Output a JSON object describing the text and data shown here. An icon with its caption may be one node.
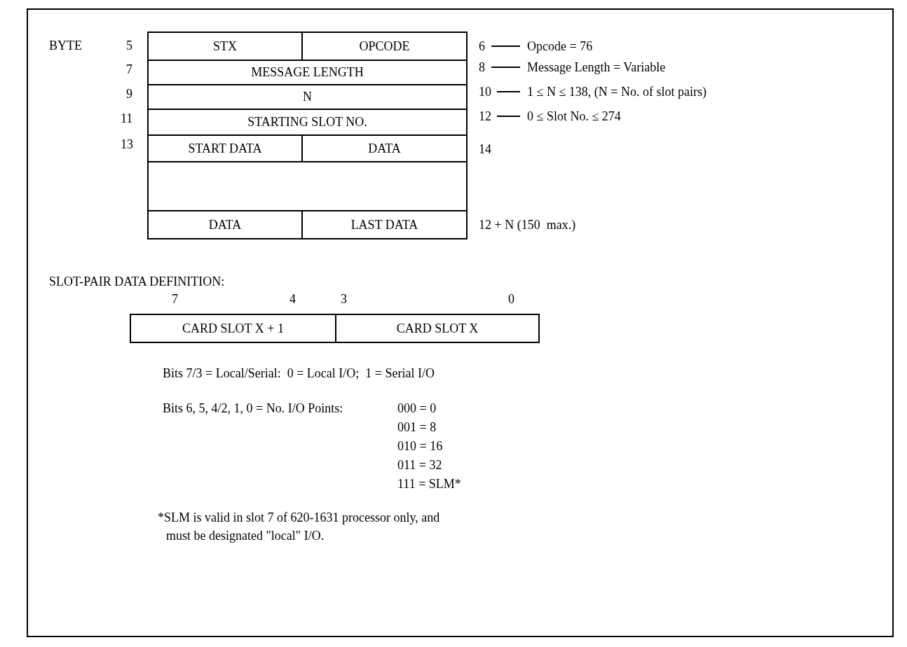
{
  "diagram": {
    "nodes": [
      {
        "text": [
          "STX"
        ]
      },
      {
        "text": [
          "OPCODE"
        ]
      },
      {
        "text": [
          "MESSAGE LENGTH"
        ]
      },
      {
        "text": [
          "N"
        ]
      },
      {
        "text": [
          "STARTING SLOT NO."
        ]
      },
      {
        "text": [
          "START DATA"
        ]
      },
      {
        "text": [
          "DATA"
        ]
      },
      {
        "text": [],
        "shape": "box"
      },
      {
        "text": [
          "DATA"
        ]
      },
      {
        "text": [
          "LAST DATA"
        ]
      },
      {
        "text": [
          "CARD SLOT X + 1"
        ]
      },
      {
        "text": [
          "CARD SLOT X"
        ]
      },
      {
        "text": [
          "6"
        ]
      },
      {
        "text": [
          "Opcode = 76"
        ]
      },
      {
        "text": [
          "8"
        ]
      },
      {
        "text": [
          "Message Length = Variable"
        ]
      },
      {
        "text": [
          "10"
        ]
      },
      {
        "text": [
          "1 ≤ N ≤ 138, (N = No. of slot pairs)"
        ]
      },
      {
        "text": [
          "12"
        ]
      },
      {
        "text": [
          "0 ≤ Slot No.  ≤ 274"
        ]
      }
    ],
    "edges": [
      {
        "from": 12,
        "to": 13,
        "arrow": "none"
      },
      {
        "from": 14,
        "to": 15,
        "arrow": "none"
      },
      {
        "from": 16,
        "to": 17,
        "arrow": "none"
      },
      {
        "from": 18,
        "to": 19,
        "arrow": "none"
      }
    ],
    "labels": [
      "BYTE",
      "5",
      "7",
      "9",
      "11",
      "13",
      "14",
      "12 + N (150  max.)",
      "SLOT-PAIR DATA DEFINITION:",
      "7",
      "4",
      "3",
      "0",
      "Bits 7/3 = Local/Serial:  0 = Local I/O;  1 = Serial I/O",
      "Bits 6, 5, 4/2, 1, 0 = No. I/O Points:",
      "000 = 0",
      "001 = 8",
      "010 = 16",
      "011 = 32",
      "111 = SLM*",
      "*SLM is valid in slot 7 of 620-1631 processor only, and must be designated \"local\" I/O."
    ]
  }
}
